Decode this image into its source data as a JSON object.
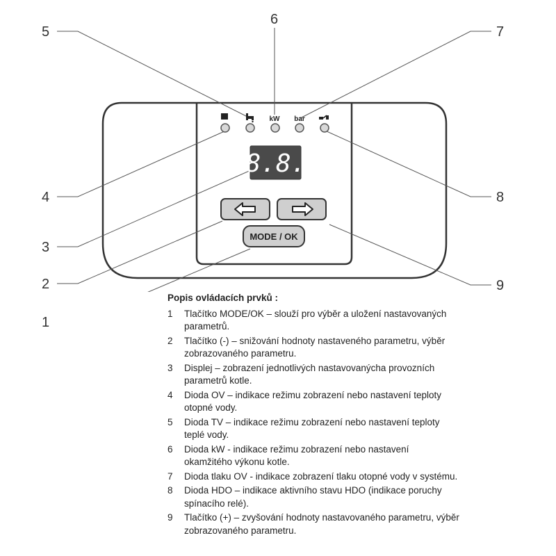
{
  "callouts": {
    "n1": "1",
    "n2": "2",
    "n3": "3",
    "n4": "4",
    "n5": "5",
    "n6": "6",
    "n7": "7",
    "n8": "8",
    "n9": "9"
  },
  "panel": {
    "led_labels": {
      "kw": "kW",
      "bar": "bar"
    },
    "display_value": "8.8.",
    "button_mode": "MODE / OK"
  },
  "icons": {
    "led1": "square-icon",
    "led2": "tap-icon",
    "led5": "hdo-plug-icon",
    "left_button": "arrow-left-icon",
    "right_button": "arrow-right-icon"
  },
  "legend": {
    "title": "Popis ovládacích prvků :",
    "items": [
      {
        "num": "1",
        "text": "Tlačítko MODE/OK – slouží pro výběr a uložení nastavovaných parametrů."
      },
      {
        "num": "2",
        "text": "Tlačítko (-) – snižování hodnoty nastaveného parametru, výběr zobrazovaného parametru."
      },
      {
        "num": "3",
        "text": "Displej – zobrazení jednotlivých nastavovanýcha provozních parametrů kotle."
      },
      {
        "num": "4",
        "text": "Dioda OV – indikace režimu zobrazení nebo nastavení teploty otopné vody."
      },
      {
        "num": "5",
        "text": "Dioda TV – indikace režimu zobrazení nebo nastavení teploty teplé vody."
      },
      {
        "num": "6",
        "text": "Dioda kW - indikace režimu zobrazení nebo nastavení okamžitého výkonu kotle."
      },
      {
        "num": "7",
        "text": "Dioda tlaku OV - indikace zobrazení tlaku otopné vody v systému."
      },
      {
        "num": "8",
        "text": "Dioda HDO – indikace aktivního stavu HDO (indikace poruchy spínacího relé)."
      },
      {
        "num": "9",
        "text": "Tlačítko (+) – zvyšování hodnoty nastavovaného parametru, výběr zobrazovaného parametru."
      }
    ]
  }
}
